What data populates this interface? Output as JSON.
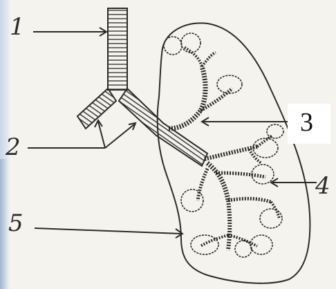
{
  "labels": {
    "one": "1",
    "two": "2",
    "three": "3",
    "four": "4",
    "five": "5"
  },
  "colors": {
    "ink": "#2a2a2a",
    "paper": "#f4f3ee",
    "left_band": "#c8d6e6"
  }
}
